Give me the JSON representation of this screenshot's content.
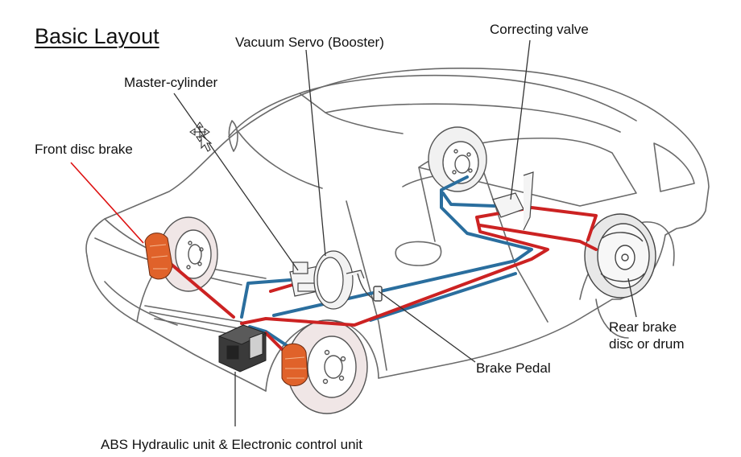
{
  "title": "Basic Layout",
  "labels": {
    "vacuum_servo": "Vacuum Servo (Booster)",
    "correcting_valve": "Correcting valve",
    "master_cylinder": "Master-cylinder",
    "front_disc_brake": "Front disc brake",
    "rear_brake_line1": "Rear brake",
    "rear_brake_line2": "disc or drum",
    "brake_pedal": "Brake Pedal",
    "abs_unit": "ABS Hydraulic unit & Electronic control unit"
  },
  "colors": {
    "brake_line_red": "#cc2222",
    "brake_line_blue": "#2a6e9e",
    "caliper_orange": "#e0622a",
    "leader_red": "#dd1111",
    "car_outline": "#6a6a6a"
  },
  "icons": {
    "cursor": "move-cursor-icon"
  }
}
